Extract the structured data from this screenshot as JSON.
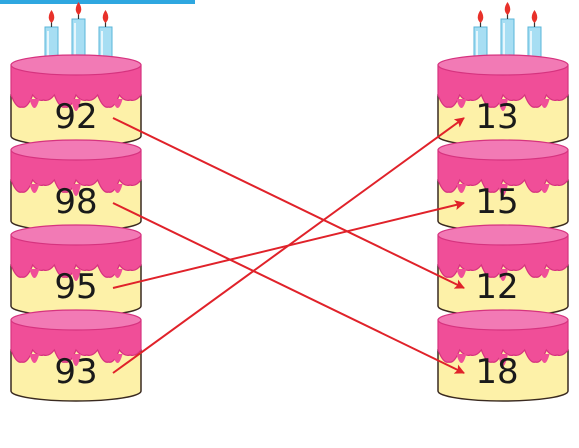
{
  "left_stack": {
    "numbers": [
      "92",
      "98",
      "95",
      "93"
    ]
  },
  "right_stack": {
    "numbers": [
      "13",
      "15",
      "12",
      "18"
    ]
  },
  "matches": [
    {
      "from": "92",
      "to": "12"
    },
    {
      "from": "98",
      "to": "18"
    },
    {
      "from": "95",
      "to": "15"
    },
    {
      "from": "93",
      "to": "13"
    }
  ],
  "colors": {
    "frosting": "#f04e98",
    "frosting_dark": "#d6337f",
    "cake_body": "#fdf1a8",
    "cake_outline": "#3a2a20",
    "candle": "#a7def3",
    "flame": "#e8312a",
    "arrow": "#e0222a",
    "accent_rule": "#2ea7e0"
  }
}
